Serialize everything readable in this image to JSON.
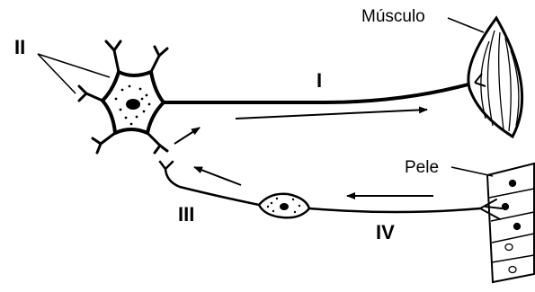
{
  "labels": {
    "roman_I": "I",
    "roman_II": "II",
    "roman_III": "III",
    "roman_IV": "IV",
    "muscle": "Músculo",
    "skin": "Pele"
  },
  "colors": {
    "stroke": "#000000",
    "background": "#ffffff"
  }
}
